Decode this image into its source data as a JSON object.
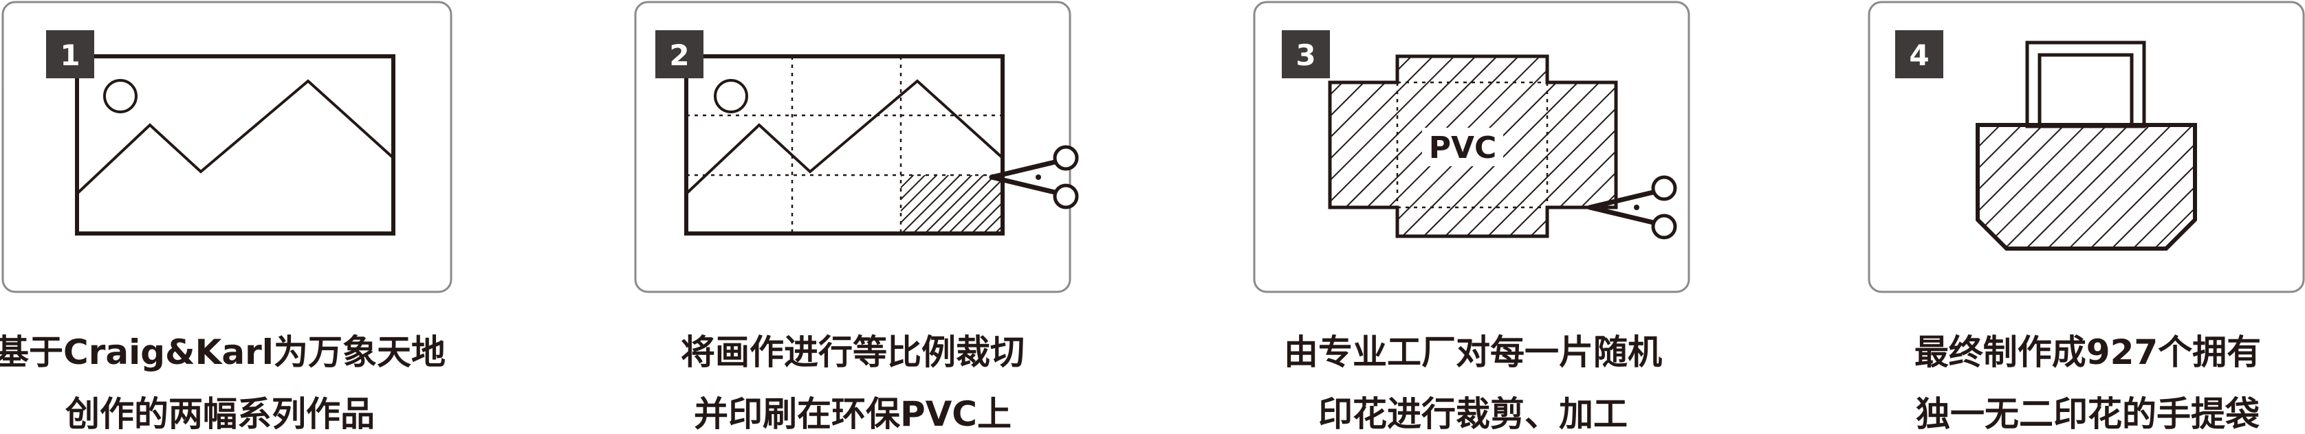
{
  "steps": [
    {
      "number": "1",
      "caption_line1": "基于Craig&Karl为万象天地",
      "caption_line2": "创作的两幅系列作品"
    },
    {
      "number": "2",
      "caption_line1": "将画作进行等比例裁切",
      "caption_line2": "并印刷在环保PVC上"
    },
    {
      "number": "3",
      "caption_line1": "由专业工厂对每一片随机",
      "caption_line2": "印花进行裁剪、加工",
      "material_label": "PVC"
    },
    {
      "number": "4",
      "caption_line1": "最终制作成927个拥有",
      "caption_line2": "独一无二印花的手提袋"
    }
  ],
  "colors": {
    "stroke": "#231815",
    "badge": "#3e3a39",
    "card_border": "#8a8a8a"
  }
}
